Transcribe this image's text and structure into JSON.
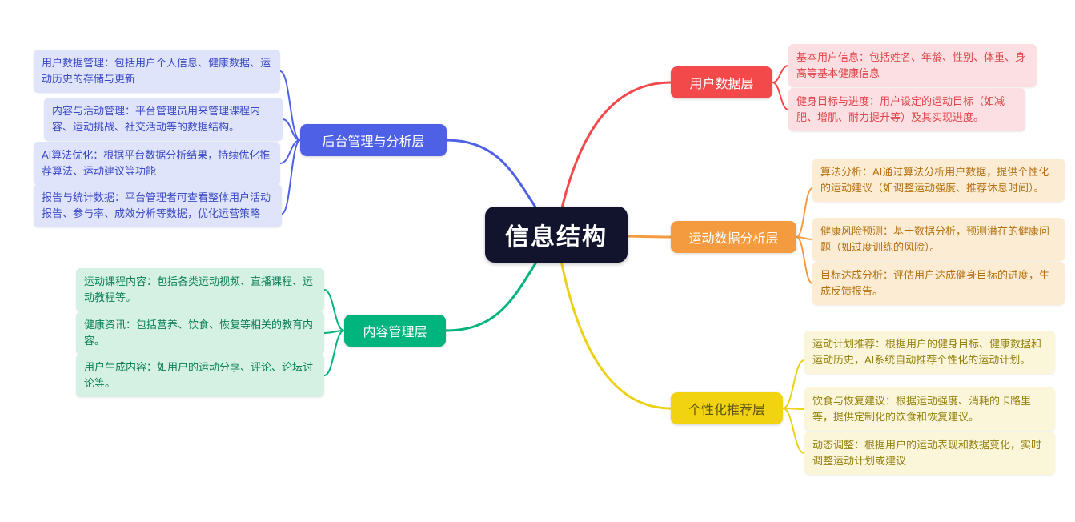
{
  "center": {
    "label": "信息结构"
  },
  "colors": {
    "central_bg": "#12142e",
    "backend": "#4e61e6",
    "content": "#00b57d",
    "userdata": "#f4494a",
    "analysis": "#f59b3f",
    "recommend": "#f2d311"
  },
  "branches": {
    "backend": {
      "label": "后台管理与分析层",
      "color": "#4e61e6",
      "children": [
        "用户数据管理：包括用户个人信息、健康数据、运动历史的存储与更新",
        "内容与活动管理：平台管理员用来管理课程内容、运动挑战、社交活动等的数据结构。",
        "AI算法优化：根据平台数据分析结果，持续优化推荐算法、运动建议等功能",
        "报告与统计数据：平台管理者可查看整体用户活动报告、参与率、成效分析等数据，优化运营策略"
      ]
    },
    "content": {
      "label": "内容管理层",
      "color": "#00b57d",
      "children": [
        "运动课程内容：包括各类运动视频、直播课程、运动教程等。",
        "健康资讯：包括营养、饮食、恢复等相关的教育内容。",
        "用户生成内容：如用户的运动分享、评论、论坛讨论等。"
      ]
    },
    "userdata": {
      "label": "用户数据层",
      "color": "#f4494a",
      "children": [
        "基本用户信息：包括姓名、年龄、性别、体重、身高等基本健康信息",
        "健身目标与进度：用户设定的运动目标（如减肥、增肌、耐力提升等）及其实现进度。"
      ]
    },
    "analysis": {
      "label": "运动数据分析层",
      "color": "#f59b3f",
      "children": [
        "算法分析：AI通过算法分析用户数据，提供个性化的运动建议（如调整运动强度、推荐休息时间）。",
        "健康风险预测：基于数据分析，预测潜在的健康问题（如过度训练的风险）。",
        "目标达成分析：评估用户达成健身目标的进度，生成反馈报告。"
      ]
    },
    "recommend": {
      "label": "个性化推荐层",
      "color": "#f2d311",
      "children": [
        "运动计划推荐：根据用户的健身目标、健康数据和运动历史，AI系统自动推荐个性化的运动计划。",
        "饮食与恢复建议：根据运动强度、消耗的卡路里等，提供定制化的饮食和恢复建议。",
        "动态调整：根据用户的运动表现和数据变化，实时调整运动计划或建议"
      ]
    }
  }
}
